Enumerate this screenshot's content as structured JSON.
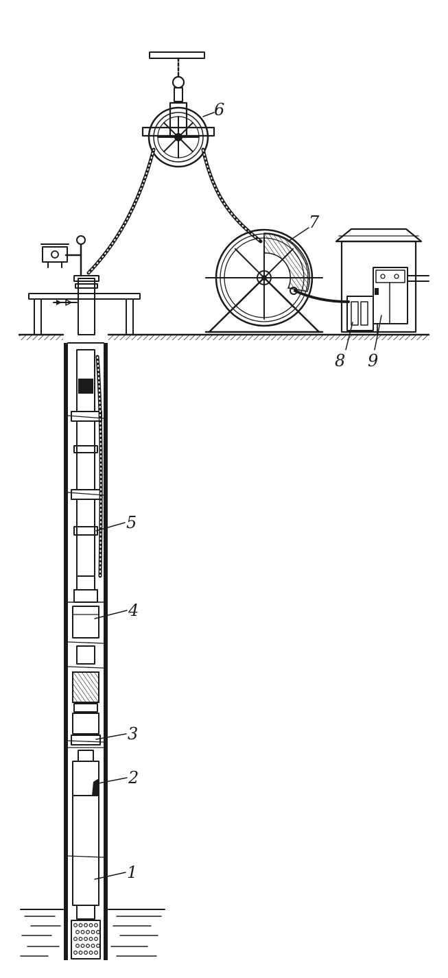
{
  "diagram": {
    "ink_color": "#1a1a1a",
    "background": "#ffffff",
    "callouts": [
      {
        "id": "callout-1",
        "text": "1"
      },
      {
        "id": "callout-2",
        "text": "2"
      },
      {
        "id": "callout-3",
        "text": "3"
      },
      {
        "id": "callout-4",
        "text": "4"
      },
      {
        "id": "callout-5",
        "text": "5"
      },
      {
        "id": "callout-6",
        "text": "6"
      },
      {
        "id": "callout-7",
        "text": "7"
      },
      {
        "id": "callout-8",
        "text": "8"
      },
      {
        "id": "callout-9",
        "text": "9"
      }
    ]
  }
}
